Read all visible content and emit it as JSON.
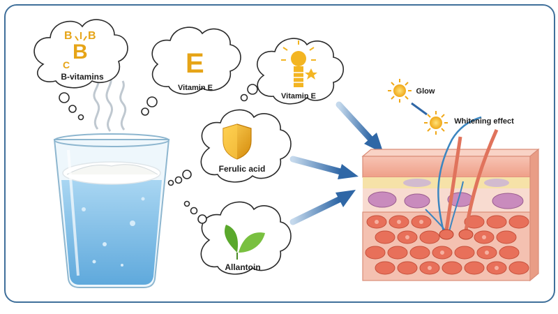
{
  "nutrients": [
    {
      "id": "b-vitamins",
      "label": "B-vitamins",
      "icon": "b-vitamin-letters-icon",
      "icon_letters": [
        "B",
        "B",
        "B",
        "C"
      ]
    },
    {
      "id": "vitamin-e-1",
      "label": "Vitamin E",
      "icon": "letter-e-icon",
      "icon_letter": "E"
    },
    {
      "id": "vitamin-e-2",
      "label": "Vitamin E",
      "icon": "lightbulb-icon"
    },
    {
      "id": "ferulic-acid",
      "label": "Ferulic acid",
      "icon": "shield-icon"
    },
    {
      "id": "allantoin",
      "label": "Allantoin",
      "icon": "leaf-icon"
    }
  ],
  "effects": [
    {
      "id": "glow",
      "label": "Glow",
      "icon": "sun-icon"
    },
    {
      "id": "whitening",
      "label": "Whitening effect",
      "icon": "sun-icon"
    }
  ],
  "source": {
    "icon": "rice-water-glass-icon"
  },
  "target": {
    "icon": "skin-cross-section-icon"
  },
  "colors": {
    "frame": "#3f6f9a",
    "cloud_stroke": "#2a2a2a",
    "gold": "#e6a417",
    "arrow": "#3d74b0",
    "water": "#8ec6ea",
    "skin": "#f1a894",
    "cell": "#e8705a"
  }
}
